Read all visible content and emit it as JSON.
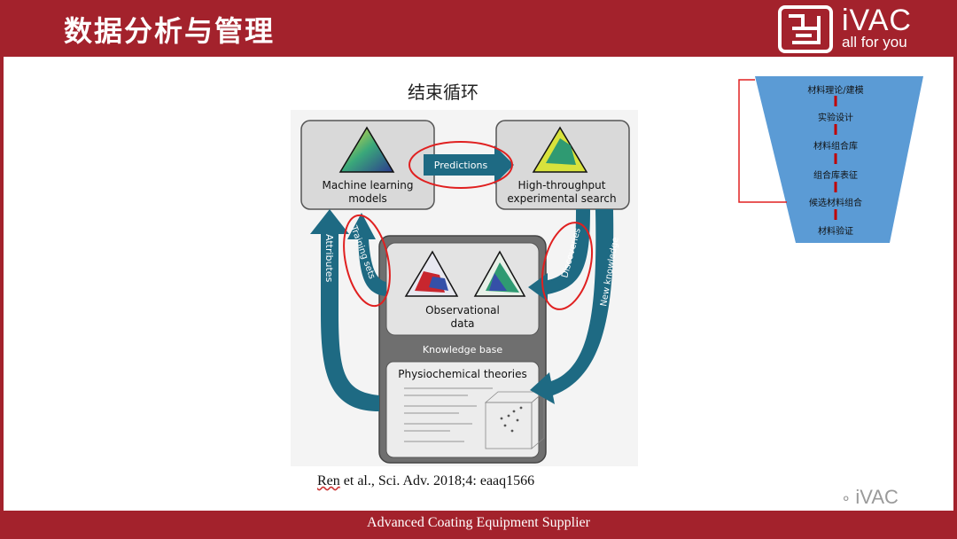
{
  "header": {
    "title": "数据分析与管理",
    "logo_text": "iVAC",
    "logo_slogan": "all for you"
  },
  "slide": {
    "subtitle": "结束循环",
    "citation_first": "Ren",
    "citation_rest": " et al., Sci. Adv. 2018;4: eaaq1566"
  },
  "diagram": {
    "ml_label_1": "Machine learning",
    "ml_label_2": "models",
    "hts_label_1": "High-throughput",
    "hts_label_2": "experimental search",
    "predictions": "Predictions",
    "obs_label_1": "Observational",
    "obs_label_2": "data",
    "knowledge_base": "Knowledge base",
    "theories": "Physiochemical theories",
    "training_sets": "Training sets",
    "attributes": "Attributes",
    "discoveries": "Discoveries",
    "new_knowledge": "New knowledge"
  },
  "funnel": {
    "steps": [
      "材料理论/建模",
      "实验设计",
      "材料组合库",
      "组合库表征",
      "候选材料组合",
      "材料验证"
    ]
  },
  "footer": {
    "text": "Advanced Coating Equipment Supplier"
  },
  "watermark": {
    "text": "iVAC"
  },
  "colors": {
    "brand_red": "#a3222c",
    "arrow_teal": "#1e6a83",
    "funnel_blue": "#5b9bd5",
    "highlight_red": "#e02020"
  }
}
